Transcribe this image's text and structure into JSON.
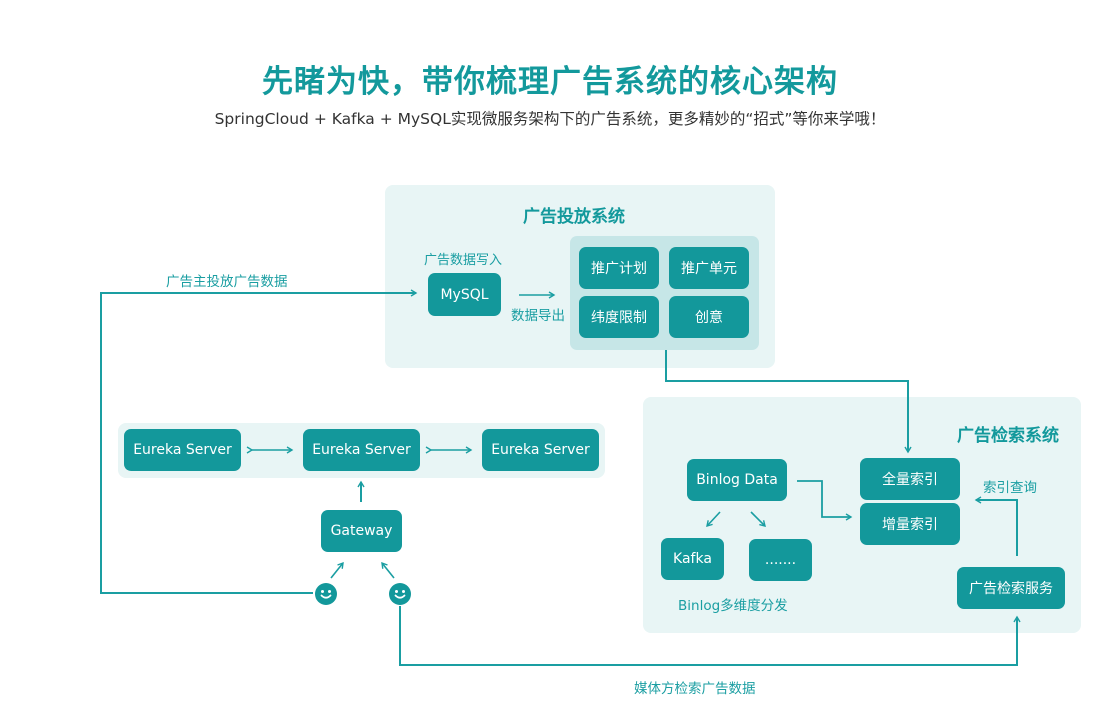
{
  "header": {
    "title": "先睹为快，带你梳理广告系统的核心架构",
    "subtitle": "SpringCloud + Kafka + MySQL实现微服务架构下的广告系统，更多精妙的“招式”等你来学哦！"
  },
  "colors": {
    "accent": "#13989b",
    "panel_bg": "#e8f5f5",
    "inner_panel_bg": "#c6e6e7",
    "line": "#1a9ea2"
  },
  "delivery_system": {
    "title": "广告投放系统",
    "write_label": "广告数据写入",
    "mysql": "MySQL",
    "export_label": "数据导出",
    "modules": [
      "推广计划",
      "推广单元",
      "纬度限制",
      "创意"
    ]
  },
  "retrieval_system": {
    "title": "广告检索系统",
    "binlog": "Binlog Data",
    "kafka": "Kafka",
    "ellipsis": ".......",
    "binlog_label": "Binlog多维度分发",
    "full_index": "全量索引",
    "incr_index": "增量索引",
    "query_label": "索引查询",
    "service": "广告检索服务"
  },
  "gateway_cluster": {
    "eureka": [
      "Eureka Server",
      "Eureka Server",
      "Eureka Server"
    ],
    "gateway": "Gateway"
  },
  "flows": {
    "advertiser_label": "广告主投放广告数据",
    "media_label": "媒体方检索广告数据"
  },
  "icons": {
    "user": "smiley-icon",
    "arrow": "arrow-icon"
  }
}
